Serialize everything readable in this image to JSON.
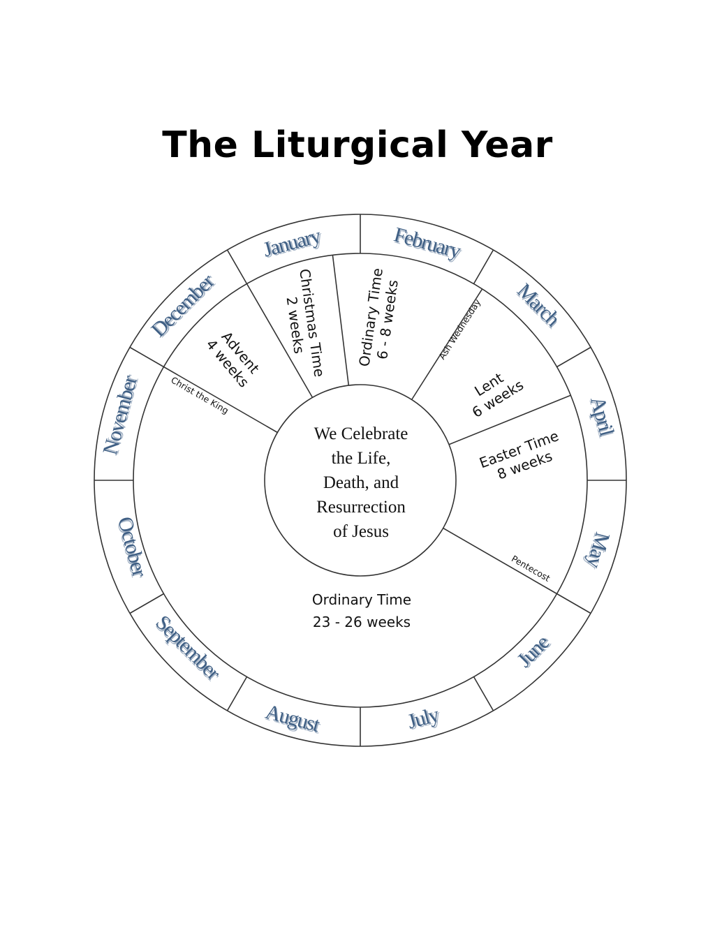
{
  "title": "The Liturgical Year",
  "center": {
    "lines": [
      "We Celebrate",
      "the Life,",
      "Death, and",
      "Resurrection",
      "of Jesus"
    ]
  },
  "months": [
    "January",
    "February",
    "March",
    "April",
    "May",
    "June",
    "July",
    "August",
    "September",
    "October",
    "November",
    "December"
  ],
  "seasons": {
    "advent": {
      "name": "Advent",
      "duration": "4 weeks"
    },
    "christmas": {
      "name": "Christmas Time",
      "duration": "2 weeks"
    },
    "ordinary1": {
      "name": "Ordinary Time",
      "duration": "6 - 8 weeks"
    },
    "lent": {
      "name": "Lent",
      "duration": "6 weeks"
    },
    "easter": {
      "name": "Easter Time",
      "duration": "8 weeks"
    },
    "ordinary2": {
      "name": "Ordinary Time",
      "duration": "23 - 26 weeks"
    }
  },
  "markers": {
    "ash_wednesday": "Ash Wednesday",
    "pentecost": "Pentecost",
    "christ_the_king": "Christ the King"
  },
  "colors": {
    "month_text": "#3f5f84",
    "month_shadow": "#a5b4c6",
    "lines": "#333333"
  }
}
